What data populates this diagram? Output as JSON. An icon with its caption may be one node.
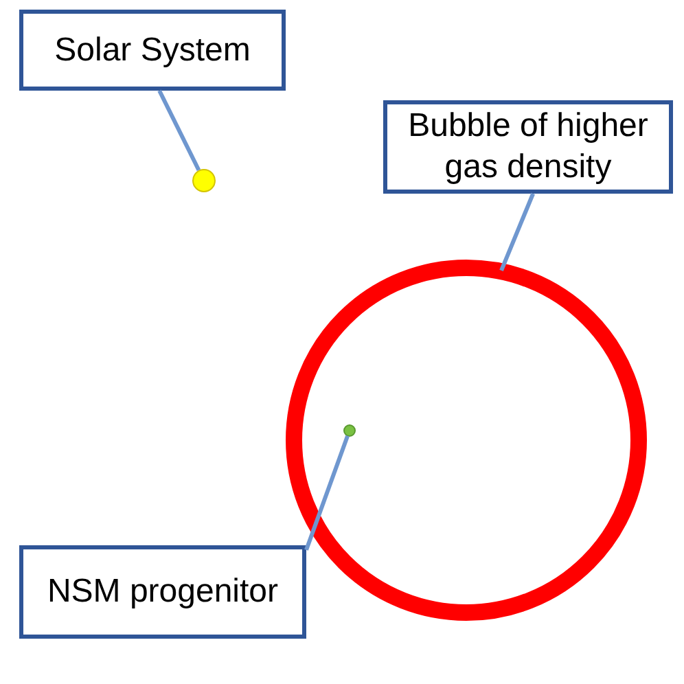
{
  "diagram": {
    "nodes": [
      {
        "text": [
          "Solar System"
        ]
      },
      {
        "text": [],
        "shape": "circle"
      },
      {
        "text": [
          "Bubble of higher gas density"
        ]
      },
      {
        "text": [],
        "shape": "circle"
      },
      {
        "text": [],
        "shape": "circle",
        "in": 3
      },
      {
        "text": [
          "NSM progenitor"
        ]
      }
    ],
    "edges": [
      {
        "from": 0,
        "to": 1,
        "arrow": "none"
      },
      {
        "from": 2,
        "to": 3,
        "arrow": "none"
      },
      {
        "from": 5,
        "to": 4,
        "arrow": "none"
      }
    ]
  }
}
